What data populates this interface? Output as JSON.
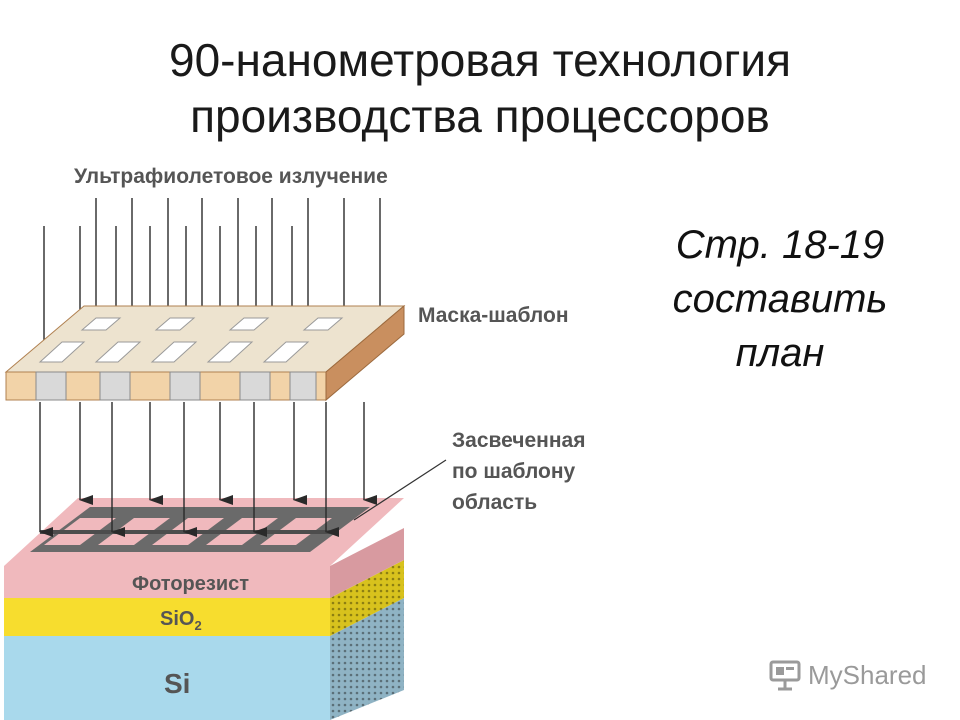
{
  "title": {
    "line1": "90-нанометровая технология",
    "line2": "производства процессоров"
  },
  "note": {
    "line1": "Стр. 18-19",
    "line2": "составить",
    "line3": "план"
  },
  "diagram": {
    "labels": {
      "uv": "Ультрафиолетовое излучение",
      "mask": "Маска-шаблон",
      "exposed_line1": "Засвеченная",
      "exposed_line2": "по шаблону",
      "exposed_line3": "область",
      "photoresist": "Фоторезист",
      "sio2_base": "SiO",
      "sio2_sub": "2",
      "si": "Si"
    },
    "colors": {
      "photoresist": "#f0b9bd",
      "sio2": "#f7dd2e",
      "si": "#a9d9ec",
      "mask": "#f2d3a8",
      "pattern": "#4d4d4d"
    }
  },
  "watermark": {
    "text": "MyShared",
    "icon": "projector-screen-icon"
  }
}
